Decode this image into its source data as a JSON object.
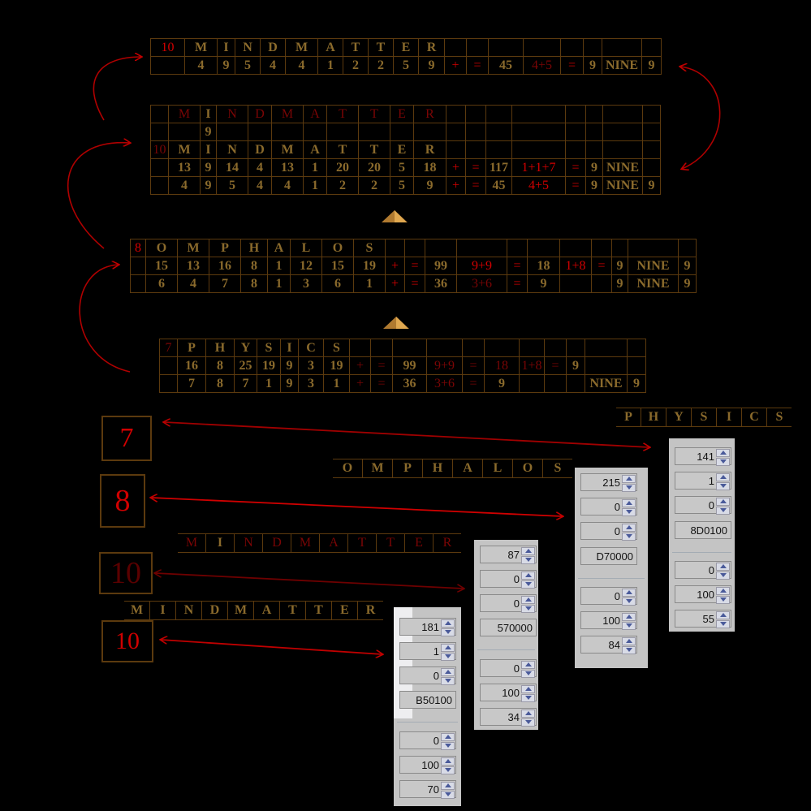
{
  "colors": {
    "gold": "#8a6a2c",
    "red": "#d40000",
    "dark_red": "#7a0505",
    "border": "#5c3a0e",
    "arrow": "#c00000"
  },
  "tables": [
    {
      "name": "mindmatter-table-top",
      "rows": [
        {
          "cells": [
            "10",
            "M",
            "I",
            "N",
            "D",
            "M",
            "A",
            "T",
            "T",
            "E",
            "R",
            "",
            "",
            "",
            "",
            "",
            "",
            "",
            ""
          ],
          "tones": "rgggggggggggggggggg"
        },
        {
          "cells": [
            "",
            "4",
            "9",
            "5",
            "4",
            "4",
            "1",
            "2",
            "2",
            "5",
            "9",
            "+",
            "=",
            "45",
            "4+5",
            "=",
            "9",
            "NINE",
            "9"
          ],
          "tones": "gggggggggggrrgdrggg"
        }
      ]
    },
    {
      "name": "mindmatter-table-detail",
      "rows": [
        {
          "cells": [
            "",
            "M",
            "I",
            "N",
            "D",
            "M",
            "A",
            "T",
            "T",
            "E",
            "R",
            "",
            "",
            "",
            "",
            "",
            "",
            "",
            ""
          ],
          "tones": "gdgdddddddddggggggg"
        },
        {
          "cells": [
            "",
            "",
            "9",
            "",
            "",
            "",
            "",
            "",
            "",
            "",
            "",
            "",
            "",
            "",
            "",
            "",
            "",
            "",
            ""
          ],
          "tones": "ggggggggggggggggggg"
        },
        {
          "cells": [
            "10",
            "M",
            "I",
            "N",
            "D",
            "M",
            "A",
            "T",
            "T",
            "E",
            "R",
            "",
            "",
            "",
            "",
            "",
            "",
            "",
            ""
          ],
          "tones": "dgggggggggggggggggg"
        },
        {
          "cells": [
            "",
            "13",
            "9",
            "14",
            "4",
            "13",
            "1",
            "20",
            "20",
            "5",
            "18",
            "+",
            "=",
            "117",
            "1+1+7",
            "=",
            "9",
            "NINE",
            ""
          ],
          "tones": "gggggggggggrrgrrggg"
        },
        {
          "cells": [
            "",
            "4",
            "9",
            "5",
            "4",
            "4",
            "1",
            "2",
            "2",
            "5",
            "9",
            "+",
            "=",
            "45",
            "4+5",
            "=",
            "9",
            "NINE",
            "9"
          ],
          "tones": "gggggggggggrrgrrggg"
        }
      ]
    },
    {
      "name": "omphalos-table",
      "rows": [
        {
          "cells": [
            "8",
            "O",
            "M",
            "P",
            "H",
            "A",
            "L",
            "O",
            "S",
            "",
            "",
            "",
            "",
            "",
            "",
            "",
            "",
            "",
            "",
            ""
          ],
          "tones": "rggggggggggggggggggg"
        },
        {
          "cells": [
            "",
            "15",
            "13",
            "16",
            "8",
            "1",
            "12",
            "15",
            "19",
            "+",
            "=",
            "99",
            "9+9",
            "=",
            "18",
            "1+8",
            "=",
            "9",
            "NINE",
            "9"
          ],
          "tones": "gggggggggrrgrrgrrggg"
        },
        {
          "cells": [
            "",
            "6",
            "4",
            "7",
            "8",
            "1",
            "3",
            "6",
            "1",
            "+",
            "=",
            "36",
            "3+6",
            "=",
            "9",
            "",
            "",
            "9",
            "NINE",
            "9"
          ],
          "tones": "gggggggggrrgdrgggggg"
        }
      ]
    },
    {
      "name": "physics-table",
      "rows": [
        {
          "cells": [
            "7",
            "P",
            "H",
            "Y",
            "S",
            "I",
            "C",
            "S",
            "",
            "",
            "",
            "",
            "",
            "",
            "",
            "",
            "",
            "",
            ""
          ],
          "tones": "dgggggggggggggggggg"
        },
        {
          "cells": [
            "",
            "16",
            "8",
            "25",
            "19",
            "9",
            "3",
            "19",
            "+",
            "=",
            "99",
            "9+9",
            "=",
            "18",
            "1+8",
            "=",
            "9",
            "",
            ""
          ],
          "tones": "ggggggggddgdddddggg"
        },
        {
          "cells": [
            "",
            "7",
            "8",
            "7",
            "1",
            "9",
            "3",
            "1",
            "+",
            "=",
            "36",
            "3+6",
            "=",
            "9",
            "",
            "",
            "",
            "NINE",
            "9"
          ],
          "tones": "ggggggggddgddgggggg"
        }
      ]
    }
  ],
  "strips": [
    {
      "name": "physics-strip",
      "cells": [
        "P",
        "H",
        "Y",
        "S",
        "I",
        "C",
        "S"
      ],
      "tones": "ggggggg"
    },
    {
      "name": "omphalos-strip",
      "cells": [
        "O",
        "M",
        "P",
        "H",
        "A",
        "L",
        "O",
        "S"
      ],
      "tones": "gggggggg"
    },
    {
      "name": "mindmatter-strip-red",
      "cells": [
        "M",
        "I",
        "N",
        "D",
        "M",
        "A",
        "T",
        "T",
        "E",
        "R"
      ],
      "tones": "dgdddddddd"
    },
    {
      "name": "mindmatter-strip-gold",
      "cells": [
        "M",
        "I",
        "N",
        "D",
        "M",
        "A",
        "T",
        "T",
        "E",
        "R"
      ],
      "tones": "gggggggggg"
    }
  ],
  "number_boxes": [
    {
      "name": "number-box-7",
      "label": "7"
    },
    {
      "name": "number-box-8",
      "label": "8"
    },
    {
      "name": "number-box-10-dark",
      "label": "10"
    },
    {
      "name": "number-box-10",
      "label": "10"
    }
  ],
  "panels": [
    {
      "name": "color-panel-mindmatter",
      "fields": [
        "181",
        "1",
        "0",
        "B50100"
      ],
      "fields2": [
        "0",
        "100",
        "70"
      ]
    },
    {
      "name": "color-panel-mindmatter-dark",
      "fields": [
        "87",
        "0",
        "0",
        "570000"
      ],
      "fields2": [
        "0",
        "100",
        "34"
      ]
    },
    {
      "name": "color-panel-omphalos",
      "fields": [
        "215",
        "0",
        "0",
        "D70000"
      ],
      "fields2": [
        "0",
        "100",
        "84"
      ]
    },
    {
      "name": "color-panel-physics",
      "fields": [
        "141",
        "1",
        "0",
        "8D0100"
      ],
      "fields2": [
        "0",
        "100",
        "55"
      ]
    }
  ]
}
